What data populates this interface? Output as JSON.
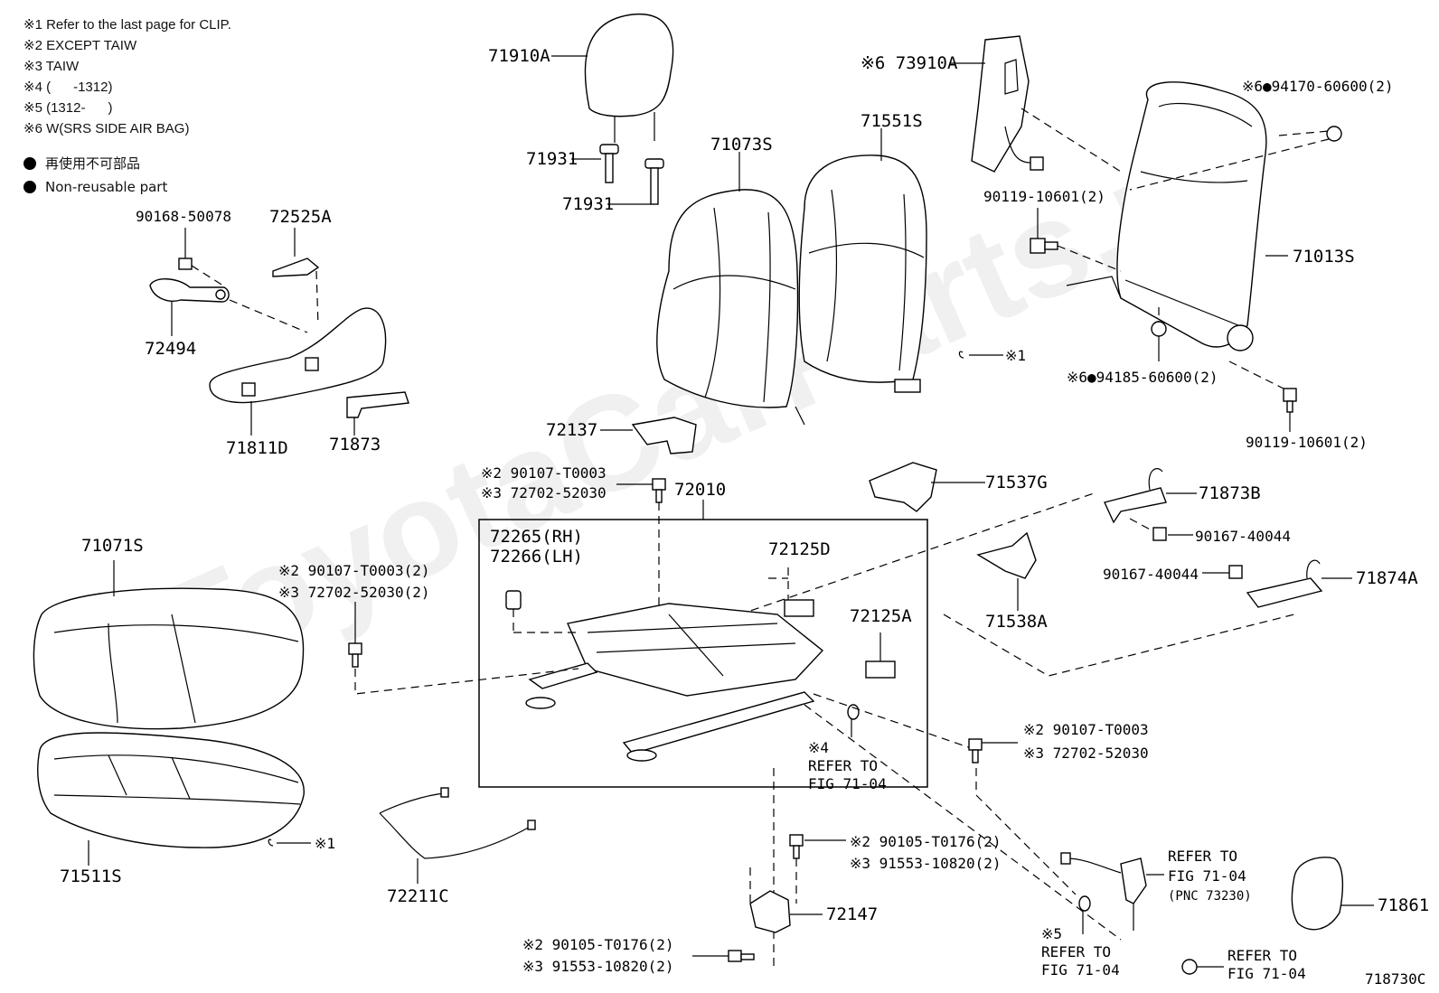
{
  "notes": [
    "※1 Refer to the last page for CLIP.",
    "※2 EXCEPT TAIW",
    "※3 TAIW",
    "※4 (      -1312)",
    "※5 (1312-      )",
    "※6 W(SRS SIDE AIR BAG)"
  ],
  "legend": {
    "jp": "再使用不可部品",
    "en": "Non-reusable part"
  },
  "watermark": "ToyotaCarParts.ru",
  "figure_id": "718730C",
  "labels": {
    "p71910A": "71910A",
    "p71931a": "71931",
    "p71931b": "71931",
    "p71073S": "71073S",
    "p71551S": "71551S",
    "p73910A": "※6 73910A",
    "p94170": "※6●94170-60600(2)",
    "p90119a": "90119-10601(2)",
    "p71013S": "71013S",
    "clip1a": "※1",
    "p94185": "※6●94185-60600(2)",
    "p90119b": "90119-10601(2)",
    "p90168": "90168-50078",
    "p72525A": "72525A",
    "p72494": "72494",
    "p71811D": "71811D",
    "p71873": "71873",
    "p72137": "72137",
    "p71537G": "71537G",
    "p71873B": "71873B",
    "p90167a": "90167-40044",
    "p90167b": "90167-40044",
    "p71874A": "71874A",
    "p90107a_2": "※2 90107-T0003",
    "p90107a_3": "※3 72702-52030",
    "p72010": "72010",
    "p72265": "72265(RH)",
    "p72266": "72266(LH)",
    "p72125D": "72125D",
    "p72125A": "72125A",
    "p71538A": "71538A",
    "p71071S": "71071S",
    "p90107b_2": "※2 90107-T0003(2)",
    "p90107b_3": "※3 72702-52030(2)",
    "ref4_a": "※4",
    "ref4_b": "REFER TO",
    "ref4_c": "FIG 71-04",
    "p90107c_2": "※2 90107-T0003",
    "p90107c_3": "※3 72702-52030",
    "p71511S": "71511S",
    "clip1b": "※1",
    "p72211C": "72211C",
    "p90105a_2": "※2 90105-T0176(2)",
    "p90105a_3": "※3 91553-10820(2)",
    "p72147": "72147",
    "p90105b_2": "※2 90105-T0176(2)",
    "p90105b_3": "※3 91553-10820(2)",
    "refA_a": "REFER TO",
    "refA_b": "FIG 71-04",
    "refA_c": "(PNC 73230)",
    "ref5_a": "※5",
    "ref5_b": "REFER TO",
    "ref5_c": "FIG 71-04",
    "refB_a": "REFER TO",
    "refB_b": "FIG 71-04",
    "p71861": "71861"
  }
}
